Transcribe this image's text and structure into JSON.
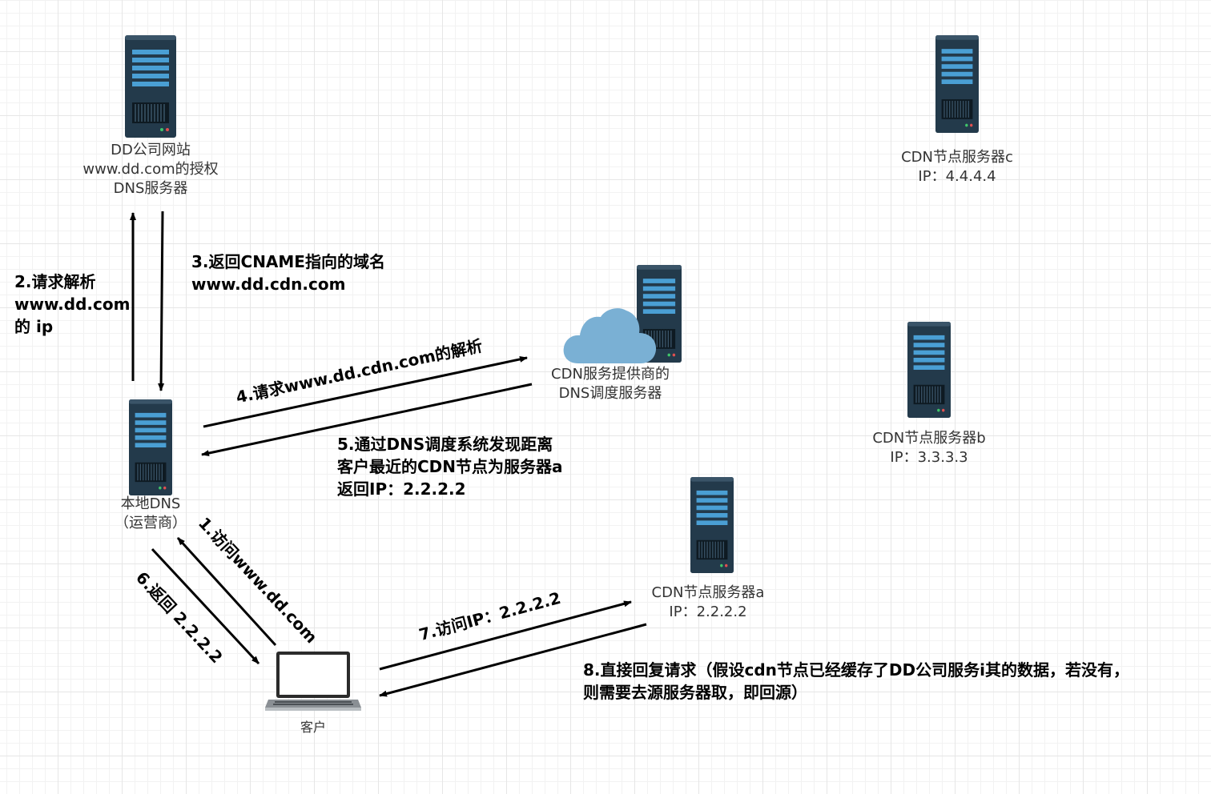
{
  "nodes": {
    "auth_dns": [
      "DD公司网站",
      "www.dd.com的授权",
      "DNS服务器"
    ],
    "local_dns": [
      "本地DNS",
      "（运营商）"
    ],
    "cdn_dns": [
      "CDN服务提供商的",
      "DNS调度服务器"
    ],
    "cdn_a": [
      "CDN节点服务器a",
      "IP：2.2.2.2"
    ],
    "cdn_b": [
      "CDN节点服务器b",
      "IP：3.3.3.3"
    ],
    "cdn_c": [
      "CDN节点服务器c",
      "IP：4.4.4.4"
    ],
    "client": "客户"
  },
  "steps": {
    "s1": "1.访问www.dd.com",
    "s2": [
      "2.请求解析",
      "www.dd.com",
      "的 ip"
    ],
    "s3": [
      "3.返回CNAME指向的域名",
      "www.dd.cdn.com"
    ],
    "s4": "4.请求www.dd.cdn.com的解析",
    "s5": [
      "5.通过DNS调度系统发现距离",
      "客户最近的CDN节点为服务器a",
      "返回IP：2.2.2.2"
    ],
    "s6": "6.返回 2.2.2.2",
    "s7": "7.访问IP：2.2.2.2",
    "s8": [
      "8.直接回复请求（假设cdn节点已经缓存了DD公司服务i其的数据，若没有，",
      "则需要去源服务器取，即回源）"
    ]
  },
  "colors": {
    "server_body": "#233a4b",
    "server_slot": "#4a9fd4",
    "cloud": "#7ab0d4",
    "arrow": "#000000",
    "laptop_frame": "#2b2b2b"
  }
}
